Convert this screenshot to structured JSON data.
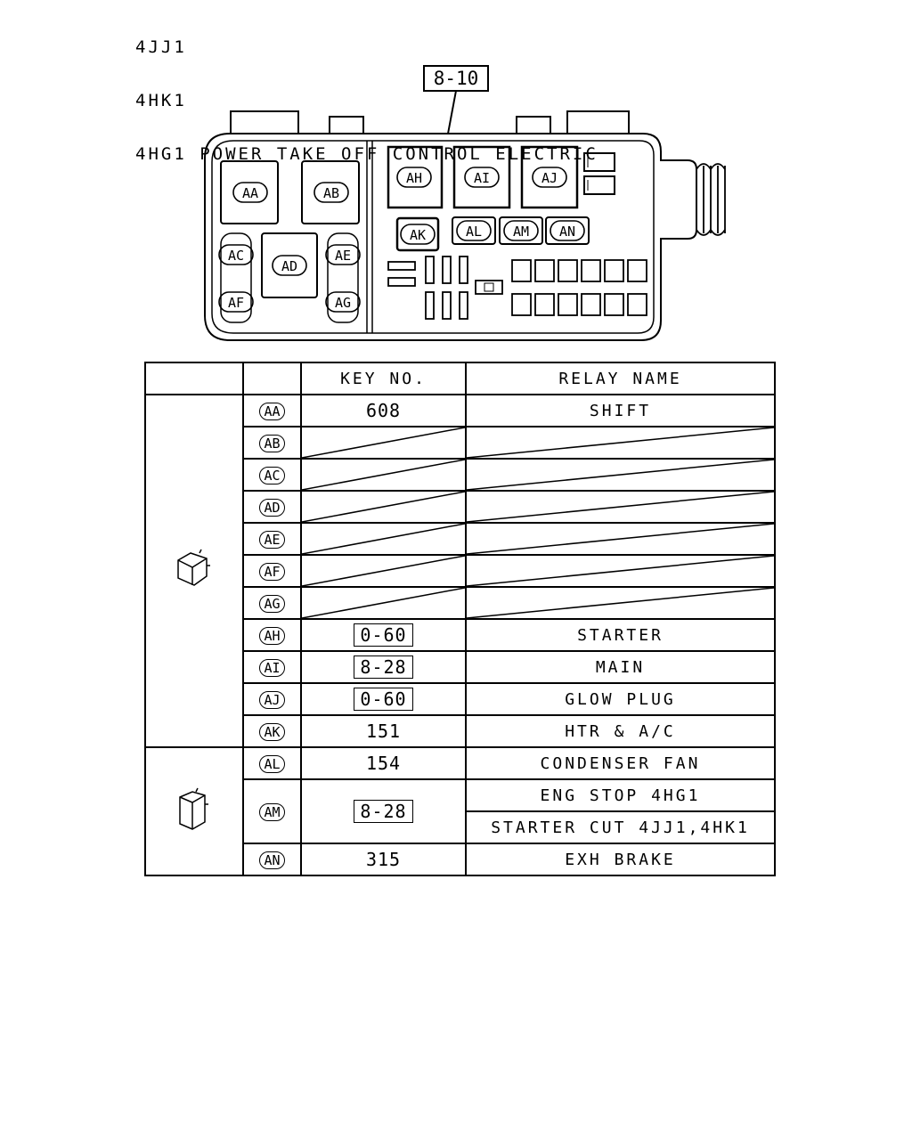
{
  "header": {
    "lines": [
      "4JJ1",
      "4HK1",
      "4HG1 POWER TAKE OFF CONTROL ELECTRIC"
    ]
  },
  "diagram": {
    "ref_label": "8-10",
    "top_relays": [
      "AA",
      "AB"
    ],
    "left_column": [
      "AC",
      "AF"
    ],
    "center_relay": "AD",
    "right_column": [
      "AE",
      "AG"
    ],
    "upper_relays": [
      "AH",
      "AI",
      "AJ"
    ],
    "small_relays": [
      "AK",
      "AL",
      "AM",
      "AN"
    ]
  },
  "table": {
    "headers": [
      "",
      "",
      "KEY NO.",
      "RELAY NAME"
    ],
    "groups": [
      {
        "icon": "relay-4pin-icon",
        "rows": [
          "AA",
          "AB",
          "AC",
          "AD",
          "AE",
          "AF",
          "AG",
          "AH",
          "AI",
          "AJ",
          "AK"
        ]
      },
      {
        "icon": "relay-5pin-icon",
        "rows": [
          "AL",
          "AM",
          "AN"
        ]
      }
    ],
    "rows": [
      {
        "pos": "AA",
        "key": "608",
        "boxed": false,
        "names": [
          "SHIFT"
        ]
      },
      {
        "pos": "AB",
        "key": "",
        "boxed": false,
        "names": []
      },
      {
        "pos": "AC",
        "key": "",
        "boxed": false,
        "names": []
      },
      {
        "pos": "AD",
        "key": "",
        "boxed": false,
        "names": []
      },
      {
        "pos": "AE",
        "key": "",
        "boxed": false,
        "names": []
      },
      {
        "pos": "AF",
        "key": "",
        "boxed": false,
        "names": []
      },
      {
        "pos": "AG",
        "key": "",
        "boxed": false,
        "names": []
      },
      {
        "pos": "AH",
        "key": "0-60",
        "boxed": true,
        "names": [
          "STARTER"
        ]
      },
      {
        "pos": "AI",
        "key": "8-28",
        "boxed": true,
        "names": [
          "MAIN"
        ]
      },
      {
        "pos": "AJ",
        "key": "0-60",
        "boxed": true,
        "names": [
          "GLOW PLUG"
        ]
      },
      {
        "pos": "AK",
        "key": "151",
        "boxed": false,
        "names": [
          "HTR & A/C"
        ]
      },
      {
        "pos": "AL",
        "key": "154",
        "boxed": false,
        "names": [
          "CONDENSER FAN"
        ]
      },
      {
        "pos": "AM",
        "key": "8-28",
        "boxed": true,
        "names": [
          "ENG STOP 4HG1",
          "STARTER CUT 4JJ1,4HK1"
        ]
      },
      {
        "pos": "AN",
        "key": "315",
        "boxed": false,
        "names": [
          "EXH BRAKE"
        ]
      }
    ]
  }
}
